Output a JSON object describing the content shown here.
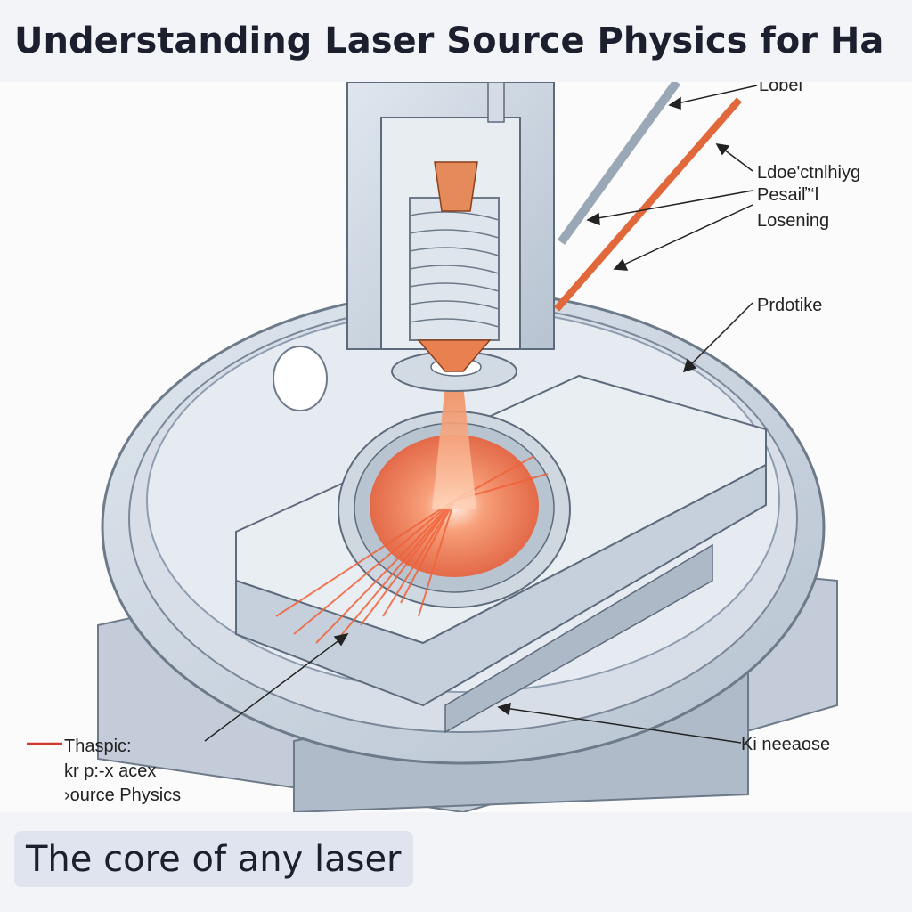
{
  "header": {
    "title": "Understanding Laser Source Physics for Ha"
  },
  "illustration": {
    "labels": {
      "top_right_cut": "Lobel",
      "line1": "Ldoe'ctnlhiyg",
      "line2": "Pesaiľ’‘l",
      "line3": "Losening",
      "mid_right": "Prdotike",
      "bottom_right": "Ki neeaose",
      "bottom_left_1": "Thaspic:",
      "bottom_left_2": "kr p:-x aceх",
      "bottom_left_3": "›ource Physics"
    },
    "colors": {
      "metal": "#c9d3df",
      "metal_dark": "#8e9db0",
      "copper": "#e07a45",
      "beam": "#f0623a",
      "glow": "#f7a07a"
    }
  },
  "caption": {
    "text": "The core of any laser"
  }
}
